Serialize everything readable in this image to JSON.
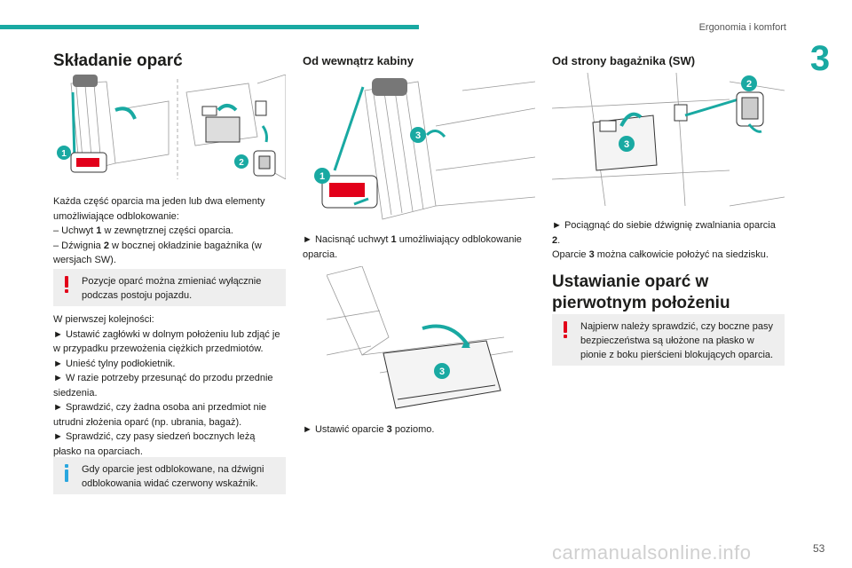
{
  "header": {
    "section": "Ergonomia i komfort",
    "chapter": "3"
  },
  "col1": {
    "title": "Składanie oparć",
    "para1": "Każda część oparcia ma jeden lub dwa elementy umożliwiające odblokowanie:",
    "item1_pre": "–  Uchwyt ",
    "item1_num": "1",
    "item1_post": " w zewnętrznej części oparcia.",
    "item2_pre": "–  Dźwignia ",
    "item2_num": "2",
    "item2_post": " w bocznej okładzinie bagażnika (w wersjach SW).",
    "warning": "Pozycje oparć można zmieniać wyłącznie podczas postoju pojazdu.",
    "first": "W pierwszej kolejności:",
    "step1": "►  Ustawić zagłówki w dolnym położeniu lub zdjąć je w przypadku przewożenia ciężkich przedmiotów.",
    "step2": "►  Unieść tylny podłokietnik.",
    "step3": "►  W razie potrzeby przesunąć do przodu przednie siedzenia.",
    "step4": "►  Sprawdzić, czy żadna osoba ani przedmiot nie utrudni złożenia oparć (np. ubrania, bagaż).",
    "step5": "►  Sprawdzić, czy pasy siedzeń bocznych leżą płasko na oparciach.",
    "info": "Gdy oparcie jest odblokowane, na dźwigni odblokowania widać czerwony wskaźnik."
  },
  "col2": {
    "title": "Od wewnątrz kabiny",
    "step1_pre": "►  Nacisnąć uchwyt ",
    "step1_num": "1",
    "step1_post": " umożliwiający odblokowanie oparcia.",
    "step2_pre": "►  Ustawić oparcie ",
    "step2_num": "3",
    "step2_post": " poziomo."
  },
  "col3": {
    "title": "Od strony bagażnika (SW)",
    "step1_pre": "►  Pociągnąć do siebie dźwignię zwalniania oparcia ",
    "step1_num": "2",
    "step1_post": ".",
    "step2_pre": "Oparcie ",
    "step2_num": "3",
    "step2_post": " można całkowicie położyć na siedzisku.",
    "title2": "Ustawianie oparć w pierwotnym położeniu",
    "warning": "Najpierw należy sprawdzić, czy boczne pasy bezpieczeństwa są ułożone na płasko w pionie z boku pierścieni blokujących oparcia."
  },
  "illus_labels": {
    "one": "1",
    "two": "2",
    "three": "3"
  },
  "footer": {
    "page": "53",
    "watermark": "carmanualsonline.info"
  },
  "colors": {
    "accent": "#19a9a2",
    "warning": "#e2001a",
    "info": "#2aa7df",
    "box": "#eeeeee"
  },
  "icons": [
    "warning-exclamation-icon",
    "info-icon",
    "arrow-icon"
  ]
}
